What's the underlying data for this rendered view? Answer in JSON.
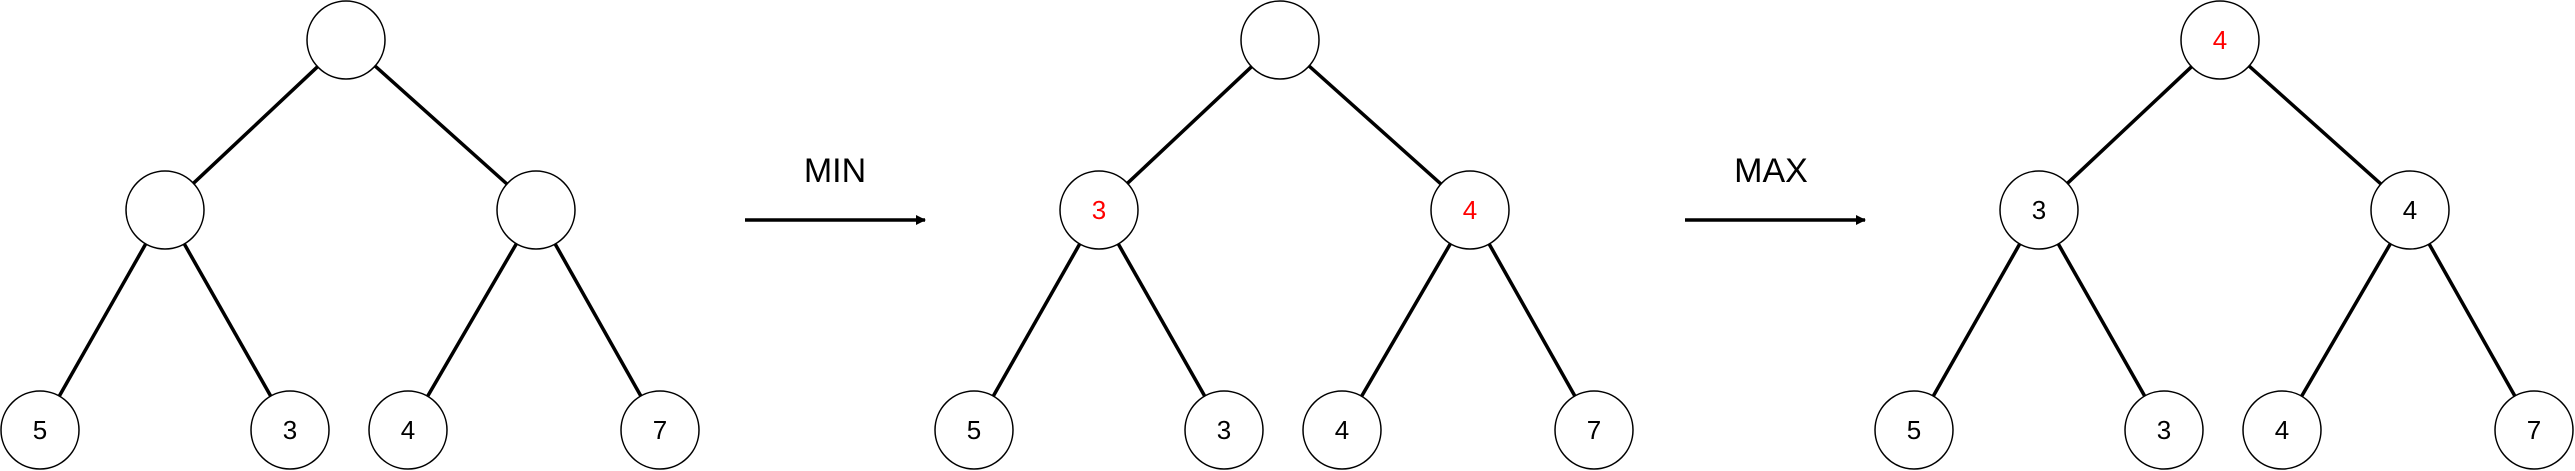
{
  "colors": {
    "stroke": "#000000",
    "node_fill": "#ffffff",
    "text": "#000000",
    "highlight": "#ff0000"
  },
  "trees": [
    {
      "nodes": [
        {
          "label": "",
          "highlight": false
        },
        {
          "label": "",
          "highlight": false
        },
        {
          "label": "",
          "highlight": false
        },
        {
          "label": "5",
          "highlight": false
        },
        {
          "label": "3",
          "highlight": false
        },
        {
          "label": "4",
          "highlight": false
        },
        {
          "label": "7",
          "highlight": false
        }
      ]
    },
    {
      "nodes": [
        {
          "label": "",
          "highlight": false
        },
        {
          "label": "3",
          "highlight": true
        },
        {
          "label": "4",
          "highlight": true
        },
        {
          "label": "5",
          "highlight": false
        },
        {
          "label": "3",
          "highlight": false
        },
        {
          "label": "4",
          "highlight": false
        },
        {
          "label": "7",
          "highlight": false
        }
      ]
    },
    {
      "nodes": [
        {
          "label": "4",
          "highlight": true
        },
        {
          "label": "3",
          "highlight": false
        },
        {
          "label": "4",
          "highlight": false
        },
        {
          "label": "5",
          "highlight": false
        },
        {
          "label": "3",
          "highlight": false
        },
        {
          "label": "4",
          "highlight": false
        },
        {
          "label": "7",
          "highlight": false
        }
      ]
    }
  ],
  "edges": [
    [
      0,
      1
    ],
    [
      0,
      2
    ],
    [
      1,
      3
    ],
    [
      1,
      4
    ],
    [
      2,
      5
    ],
    [
      2,
      6
    ]
  ],
  "arrows": [
    {
      "label": "MIN"
    },
    {
      "label": "MAX"
    }
  ]
}
